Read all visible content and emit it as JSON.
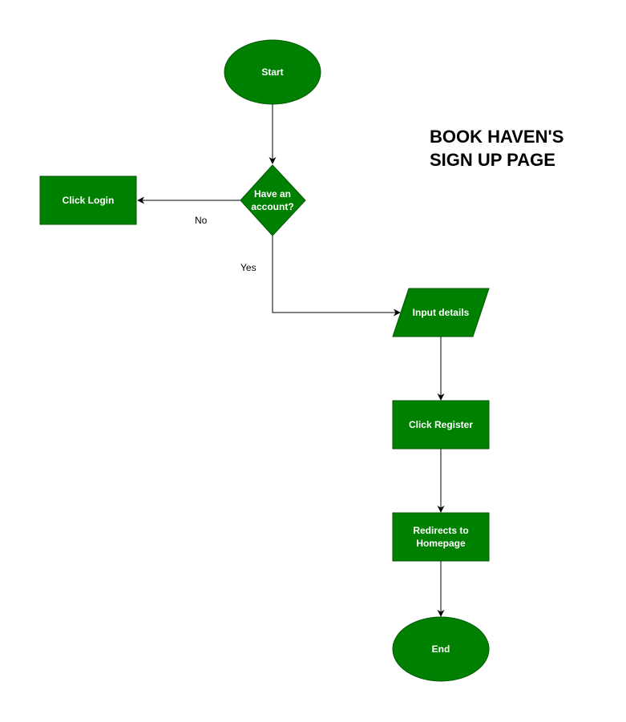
{
  "title": {
    "line1": "BOOK HAVEN'S",
    "line2": "SIGN UP PAGE"
  },
  "colors": {
    "node_fill": "#008000",
    "node_stroke": "#005700",
    "node_text": "#ffffff",
    "edge": "#000000"
  },
  "nodes": {
    "start": {
      "shape": "ellipse",
      "lines": [
        "Start"
      ]
    },
    "decision": {
      "shape": "diamond",
      "lines": [
        "Have an",
        "account?"
      ]
    },
    "login": {
      "shape": "rectangle",
      "lines": [
        "Click Login"
      ]
    },
    "input": {
      "shape": "parallelogram",
      "lines": [
        "Input details"
      ]
    },
    "register": {
      "shape": "rectangle",
      "lines": [
        "Click Register"
      ]
    },
    "redirect": {
      "shape": "rectangle",
      "lines": [
        "Redirects to",
        "Homepage"
      ]
    },
    "end": {
      "shape": "ellipse",
      "lines": [
        "End"
      ]
    }
  },
  "edges": {
    "no_label": "No",
    "yes_label": "Yes"
  }
}
